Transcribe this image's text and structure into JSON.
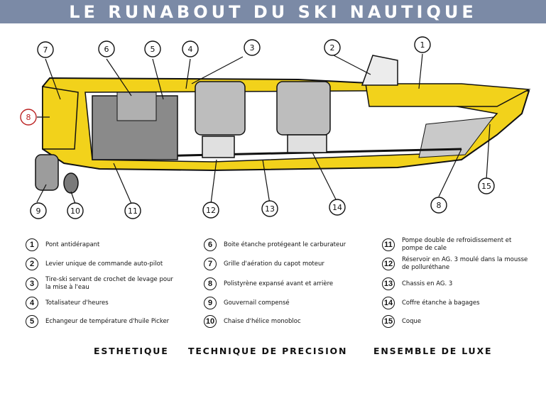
{
  "title": "LE RUNABOUT DU SKI NAUTIQUE",
  "callouts": [
    "1",
    "2",
    "3",
    "4",
    "5",
    "6",
    "7",
    "8",
    "8",
    "9",
    "10",
    "11",
    "12",
    "13",
    "14",
    "15"
  ],
  "legend": [
    {
      "num": "1",
      "text": "Pont antidérapant"
    },
    {
      "num": "2",
      "text": "Levier unique de commande auto-pilot"
    },
    {
      "num": "3",
      "text": "Tire-ski servant de crochet de levage pour\nla mise à l'eau"
    },
    {
      "num": "4",
      "text": "Totalisateur d'heures"
    },
    {
      "num": "5",
      "text": "Echangeur de température d'huile Picker"
    },
    {
      "num": "6",
      "text": "Boite étanche protégeant le carburateur"
    },
    {
      "num": "7",
      "text": "Grille d'aération du capot moteur"
    },
    {
      "num": "8",
      "text": "Polistyrène expansé avant et arrière"
    },
    {
      "num": "9",
      "text": "Gouvernail compensé"
    },
    {
      "num": "10",
      "text": "Chaise d'hélice monobloc"
    },
    {
      "num": "11",
      "text": "Pompe double de refroidissement et\npompe de cale"
    },
    {
      "num": "12",
      "text": "Réservoir en AG. 3 moulé dans la mousse\nde polluréthane"
    },
    {
      "num": "13",
      "text": "Chassis en AG. 3"
    },
    {
      "num": "14",
      "text": "Coffre étanche à bagages"
    },
    {
      "num": "15",
      "text": "Coque"
    }
  ],
  "footer": [
    "ESTHETIQUE",
    "TECHNIQUE DE PRECISION",
    "ENSEMBLE DE LUXE"
  ],
  "colors": {
    "title_band": "#7b8aa6",
    "hull_yellow": "#f2d21b",
    "ink": "#111111"
  }
}
